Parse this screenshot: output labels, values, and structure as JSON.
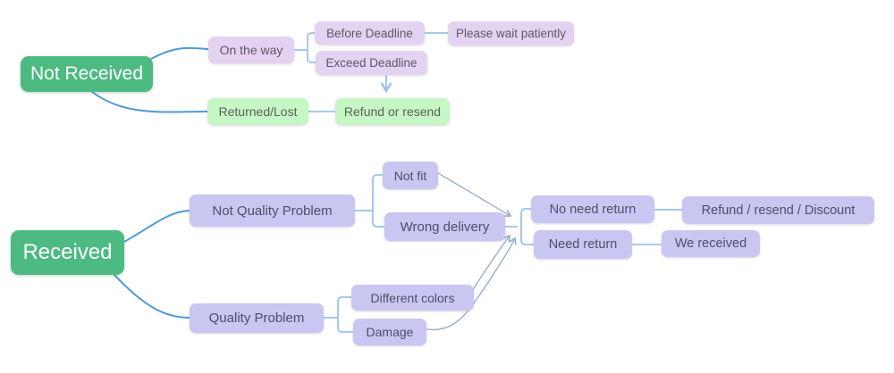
{
  "colors": {
    "background": "#FFFFFF",
    "root_node_green": "#4DBA82",
    "root_node_text": "#FFFFFF",
    "lilac_node": "#E4D2F2",
    "lilac_node_text": "#5E5767",
    "mint_node": "#C6F6C4",
    "mint_node_text": "#57635A",
    "periwinkle_node": "#C9C7F1",
    "periwinkle_node_text": "#4E4E68",
    "main_branch_line": "#4E9AD6",
    "connector_line": "#9CC3E8",
    "arrow_line": "#8FA9CC"
  },
  "nodes": {
    "not_received": "Not Received",
    "on_the_way": "On the way",
    "before_deadline": "Before Deadline",
    "exceed_deadline": "Exceed Deadline",
    "please_wait_patiently": "Please wait patiently",
    "returned_lost": "Returned/Lost",
    "refund_or_resend": "Refund or resend",
    "received": "Received",
    "not_quality_problem": "Not Quality Problem",
    "quality_problem": "Quality Problem",
    "not_fit": "Not fit",
    "wrong_delivery": "Wrong delivery",
    "different_colors": "Different colors",
    "damage": "Damage",
    "no_need_return": "No need return",
    "need_return": "Need return",
    "refund_resend_discount": "Refund / resend / Discount",
    "we_received": "We received"
  },
  "edges": [
    {
      "from": "not_received",
      "to": "on_the_way",
      "style": "curve",
      "arrow": false
    },
    {
      "from": "not_received",
      "to": "returned_lost",
      "style": "curve",
      "arrow": false
    },
    {
      "from": "on_the_way",
      "to": "before_deadline",
      "style": "bracket",
      "arrow": false
    },
    {
      "from": "on_the_way",
      "to": "exceed_deadline",
      "style": "bracket",
      "arrow": false
    },
    {
      "from": "before_deadline",
      "to": "please_wait_patiently",
      "style": "line",
      "arrow": false
    },
    {
      "from": "exceed_deadline",
      "to": "refund_or_resend",
      "style": "vertical",
      "arrow": true
    },
    {
      "from": "returned_lost",
      "to": "refund_or_resend",
      "style": "line",
      "arrow": false
    },
    {
      "from": "received",
      "to": "not_quality_problem",
      "style": "curve",
      "arrow": false
    },
    {
      "from": "received",
      "to": "quality_problem",
      "style": "curve",
      "arrow": false
    },
    {
      "from": "not_quality_problem",
      "to": "not_fit",
      "style": "bracket",
      "arrow": false
    },
    {
      "from": "not_quality_problem",
      "to": "wrong_delivery",
      "style": "bracket",
      "arrow": false
    },
    {
      "from": "quality_problem",
      "to": "different_colors",
      "style": "bracket",
      "arrow": false
    },
    {
      "from": "quality_problem",
      "to": "damage",
      "style": "bracket",
      "arrow": false
    },
    {
      "from": "not_fit",
      "to": "return_junction",
      "style": "diagonal",
      "arrow": true
    },
    {
      "from": "wrong_delivery",
      "to": "return_junction",
      "style": "line",
      "arrow": false
    },
    {
      "from": "different_colors",
      "to": "return_junction",
      "style": "diagonal",
      "arrow": true
    },
    {
      "from": "damage",
      "to": "return_junction",
      "style": "s-curve",
      "arrow": true
    },
    {
      "from": "return_junction",
      "to": "no_need_return",
      "style": "bracket",
      "arrow": false
    },
    {
      "from": "return_junction",
      "to": "need_return",
      "style": "bracket",
      "arrow": false
    },
    {
      "from": "no_need_return",
      "to": "refund_resend_discount",
      "style": "line",
      "arrow": false
    },
    {
      "from": "need_return",
      "to": "we_received",
      "style": "line",
      "arrow": false
    }
  ]
}
